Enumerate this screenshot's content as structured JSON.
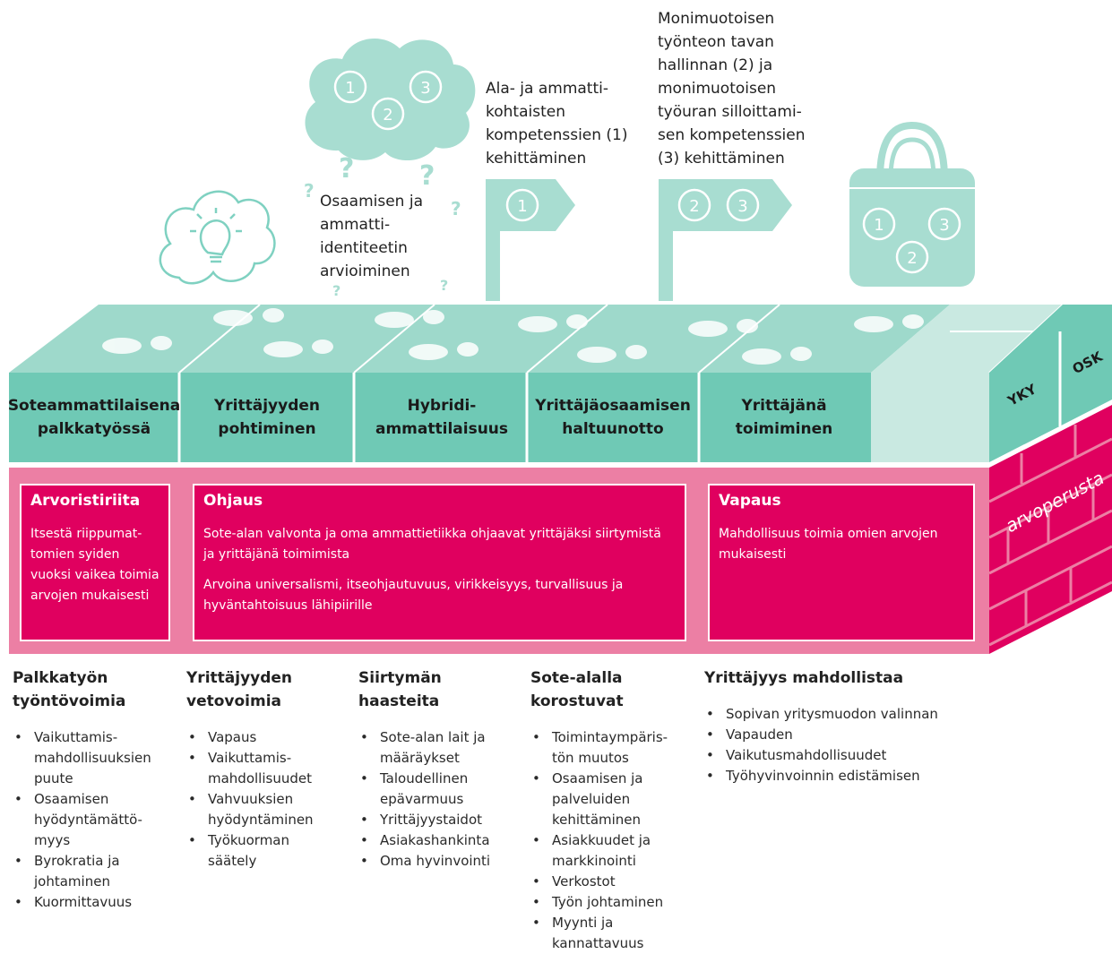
{
  "annotations": {
    "assess": [
      "Osaamisen ja",
      "ammatti-",
      "identiteetin",
      "arvioiminen"
    ],
    "develop_1": [
      "Ala- ja ammatti-",
      "kohtaisten",
      "kompetenssien (1)",
      "kehittäminen"
    ],
    "develop_23": [
      "Monimuotoisen",
      "työnteon tavan",
      "hallinnan (2) ja",
      "monimuotoisen",
      "työuran silloittami-",
      "sen kompetenssien",
      "(3) kehittäminen"
    ]
  },
  "badges": {
    "one": "1",
    "two": "2",
    "three": "3"
  },
  "question_mark": "?",
  "stages": [
    {
      "label": "Soteammattilaisena palkkatyössä"
    },
    {
      "label": "Yrittäjyyden pohtiminen"
    },
    {
      "label": "Hybridi-ammattilaisuus"
    },
    {
      "label": "Yrittäjäosaamisen haltuunotto"
    },
    {
      "label": "Yrittäjänä toimiminen"
    }
  ],
  "side_labels": {
    "yky": "YKY",
    "osk": "OSK",
    "value_base": "arvoperusta"
  },
  "values": {
    "arvoristiriita": {
      "title": "Arvoristiriita",
      "text": "Itsestä riippumat-tomien syiden vuoksi vaikea toimia arvojen mukaisesti"
    },
    "ohjaus": {
      "title": "Ohjaus",
      "text1": "Sote-alan valvonta ja oma ammattietiikka ohjaavat yrittäjäksi siirtymistä ja yrittäjänä toimimista",
      "text2": "Arvoina universalismi, itseohjautuvuus, virikkeisyys, turvallisuus ja hyväntahtoisuus lähipiirille"
    },
    "vapaus": {
      "title": "Vapaus",
      "text": "Mahdollisuus toimia omien arvojen mukaisesti"
    }
  },
  "columns": [
    {
      "title": "Palkkatyön työntövoimia",
      "items": [
        "Vaikuttamis-mahdollisuuksien puute",
        "Osaamisen hyödyntämättö-myys",
        "Byrokratia ja johtaminen",
        "Kuormittavuus"
      ]
    },
    {
      "title": "Yrittäjyyden vetovoimia",
      "items": [
        "Vapaus",
        "Vaikuttamis-mahdollisuudet",
        "Vahvuuksien hyödyntäminen",
        "Työkuorman säätely"
      ]
    },
    {
      "title": "Siirtymän haasteita",
      "items": [
        "Sote-alan lait ja määräykset",
        "Taloudellinen epävarmuus",
        "Yrittäjyystaidot",
        "Asiakashankinta",
        "Oma hyvinvointi"
      ]
    },
    {
      "title": "Sote-alalla korostuvat",
      "items": [
        "Toimintaympäris-tön muutos",
        "Osaamisen ja palveluiden kehittäminen",
        "Asiakkuudet ja markkinointi",
        "Verkostot",
        "Työn johtaminen",
        "Myynti ja kannattavuus"
      ]
    },
    {
      "title": "Yrittäjyys mahdollistaa",
      "items": [
        "Sopivan yritysmuodon valinnan",
        "Vapauden",
        "Vaikutusmahdollisuudet",
        "Työhyvinvoinnin edistämisen"
      ]
    }
  ],
  "colors": {
    "teal": "#6fc9b5",
    "teal_light": "#a8ddd1",
    "teal_pale": "#c9e9e1",
    "magenta": "#e0005f",
    "pink": "#ec7fa4"
  }
}
